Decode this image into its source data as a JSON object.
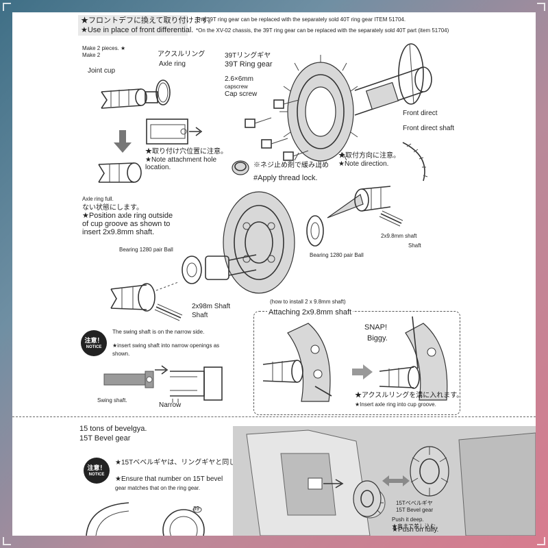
{
  "header": {
    "line1": "★フロントデフに換えて取り付けます。",
    "line2": "★Use in place of front differential."
  },
  "notes": {
    "line1": "The 39T ring gear can be replaced with the separately sold 40T ring gear ITEM 51704.",
    "line2": "*On the XV-02 chassis, the 39T ring gear can be replaced with the separately sold 40T part (item 51704)"
  },
  "step1": {
    "make2_a": "Make 2 pieces. ★",
    "make2_b": "Make 2",
    "axle_ring_jp": "アクスルリング",
    "axle_ring": "Axle ring",
    "joint_cup": "Joint cup",
    "attach_note_jp": "★取り付け穴位置に注意。",
    "attach_note_1": "★Note attachment hole",
    "attach_note_2": "location.",
    "axle_full": "Axle ring full.",
    "axle_state_jp": "ない状態にします。",
    "position_1": "★Position axle ring outside",
    "position_2": "of cup groove as shown to",
    "position_3": "insert 2x9.8mm shaft."
  },
  "step2": {
    "ring_jp": "39Tリングギヤ",
    "ring_gear": "39T Ring gear",
    "screw_size": "2.6×6mm",
    "cap_screw_1": "capscrew",
    "cap_screw_2": "Cap screw",
    "front_direct": "Front direct",
    "front_direct_shaft": "Front direct shaft",
    "direction_jp": "★取付方向に注意。",
    "direction": "★Note direction.",
    "thread_jp": "※ネジ止め剤で緩み止め",
    "thread": "#Apply thread lock."
  },
  "step3": {
    "bearing_left": "Bearing 1280 pair Ball",
    "bearing_right": "Bearing 1280 pair Ball",
    "shaft_right_1": "2x9.8mm shaft",
    "shaft_right_2": "Shaft",
    "shaft_left_1": "2x98m Shaft",
    "shaft_left_2": "Shaft"
  },
  "notice1": {
    "badge_jp": "注意！",
    "badge_en": "NOTICE",
    "line1": "The swing shaft is on the narrow side.",
    "line2": "★insert swing shaft into narrow openings as",
    "line3": "shown.",
    "swing_shaft": "Swing shaft.",
    "narrow": "Narrow"
  },
  "install": {
    "title1": "(how to install 2 x 9.8mm shaft)",
    "title2": "Attaching 2x9.8mm shaft",
    "snap": "SNAP!",
    "biggy": "Biggy.",
    "insert_jp": "★アクスルリングを溝に入れます。",
    "insert": "★Insert axle ring into cup groove."
  },
  "bevel": {
    "title1": "15 tons of bevelgya.",
    "title2": "15T Bevel gear",
    "badge_jp": "注意！",
    "badge_en": "NOTICE",
    "note_jp": "★15Tベベルギヤは、リングギヤと同じ",
    "note_1": "★Ensure that number on 15T bevel",
    "note_2": "gear matches that on the ring gear.",
    "part_jp": "15Tベベルギヤ",
    "part_en": "15T Bevel gear",
    "push_1": "Push it deep.",
    "push_jp": "★奥まで差し込む。",
    "push_2": "★Push on fully.",
    "gear_number": "39"
  },
  "colors": {
    "background_top": "#3f6f86",
    "background_bottom": "#d87b8e",
    "sheet": "#ffffff",
    "ink": "#333333",
    "notice_badge": "#222222",
    "photo_gray": "#cfcfcf"
  }
}
